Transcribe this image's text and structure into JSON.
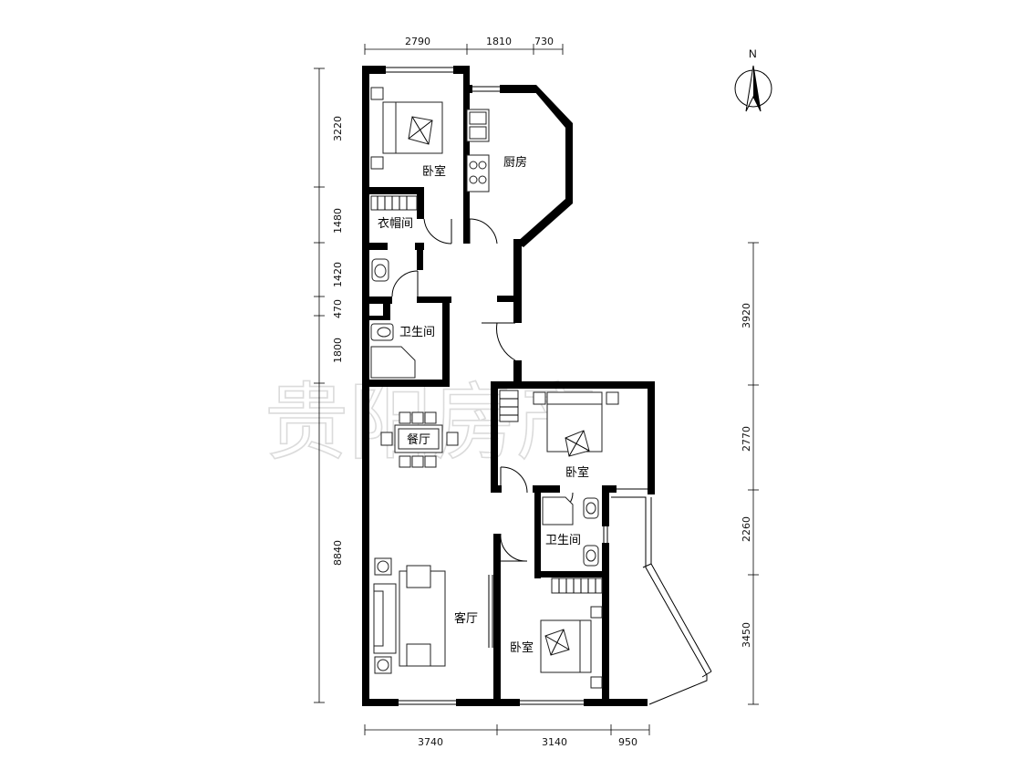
{
  "rooms": {
    "bedroom_north": "卧室",
    "cloakroom": "衣帽间",
    "kitchen": "厨房",
    "bathroom_west": "卫生间",
    "dining": "餐厅",
    "bedroom_east": "卧室",
    "bathroom_east": "卫生间",
    "living": "客厅",
    "bedroom_south": "卧室"
  },
  "dimensions": {
    "top": [
      "2790",
      "1810",
      "730"
    ],
    "bottom": [
      "3740",
      "3140",
      "950"
    ],
    "left": [
      "3220",
      "1480",
      "1420",
      "470",
      "1800",
      "8840"
    ],
    "right": [
      "3920",
      "2770",
      "2260",
      "3450"
    ]
  },
  "compass": {
    "label": "N"
  },
  "watermark": "贵阳房产"
}
